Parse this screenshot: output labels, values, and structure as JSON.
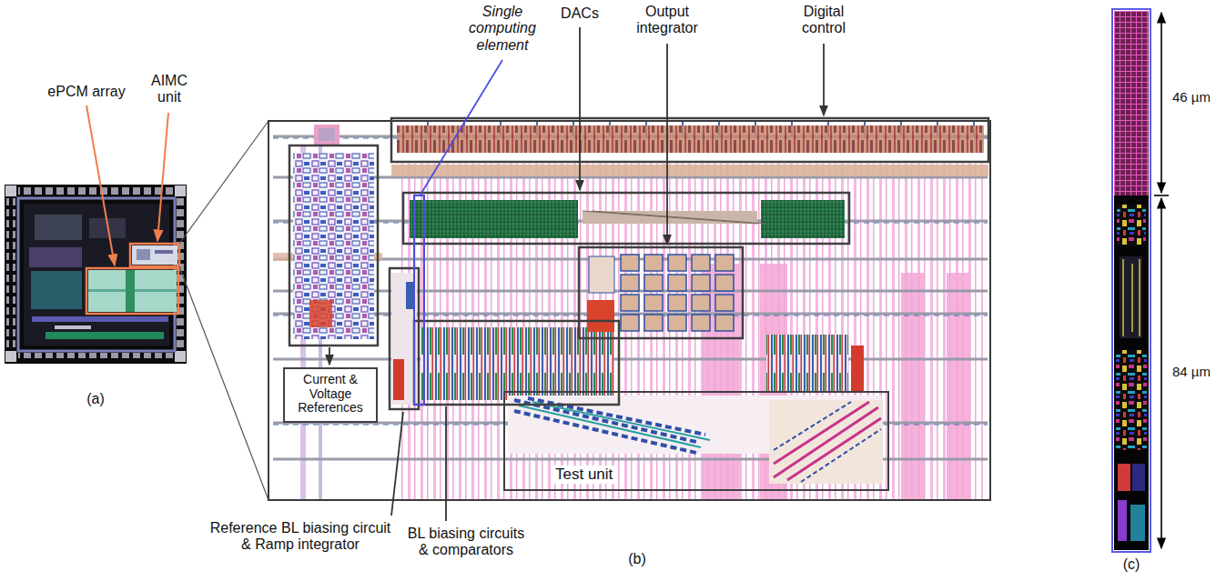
{
  "diagram": {
    "nodes": [
      {
        "text": [
          "Current & Voltage References"
        ]
      },
      {
        "text": [
          "Test unit"
        ]
      }
    ],
    "labels": [
      "ePCM array",
      "AIMC unit",
      "(a)",
      "Single computing element",
      "DACs",
      "Output integrator",
      "Digital control",
      "Reference BL biasing circuit & Ramp integrator",
      "BL biasing circuits & comparators",
      "(b)",
      "46 µm",
      "84 µm",
      "(c)"
    ]
  }
}
